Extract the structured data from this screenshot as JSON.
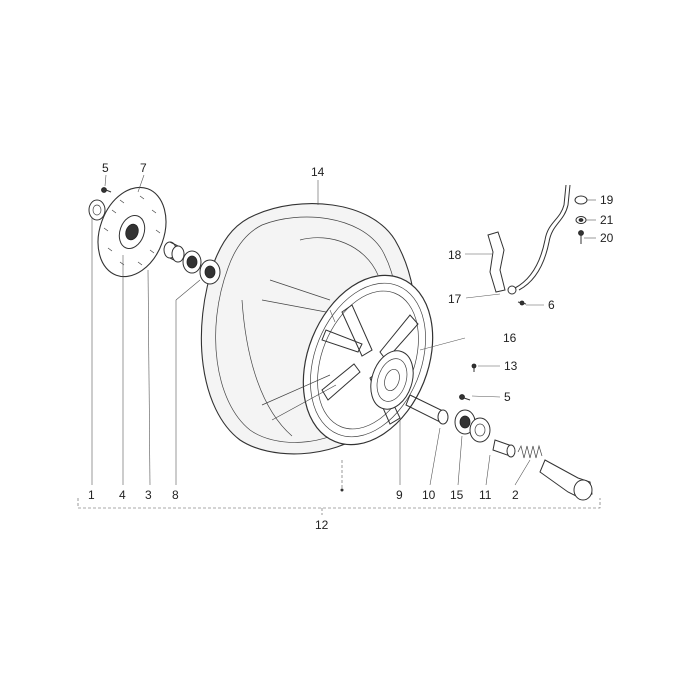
{
  "diagram": {
    "callouts": [
      {
        "id": "c1",
        "text": "1"
      },
      {
        "id": "c2",
        "text": "2"
      },
      {
        "id": "c3",
        "text": "3"
      },
      {
        "id": "c4",
        "text": "4"
      },
      {
        "id": "c5a",
        "text": "5"
      },
      {
        "id": "c5b",
        "text": "5"
      },
      {
        "id": "c6",
        "text": "6"
      },
      {
        "id": "c7",
        "text": "7"
      },
      {
        "id": "c8",
        "text": "8"
      },
      {
        "id": "c9",
        "text": "9"
      },
      {
        "id": "c10",
        "text": "10"
      },
      {
        "id": "c11",
        "text": "11"
      },
      {
        "id": "c12",
        "text": "12"
      },
      {
        "id": "c13",
        "text": "13"
      },
      {
        "id": "c14",
        "text": "14"
      },
      {
        "id": "c15",
        "text": "15"
      },
      {
        "id": "c16",
        "text": "16"
      },
      {
        "id": "c17",
        "text": "17"
      },
      {
        "id": "c18",
        "text": "18"
      },
      {
        "id": "c19",
        "text": "19"
      },
      {
        "id": "c20",
        "text": "20"
      },
      {
        "id": "c21",
        "text": "21"
      }
    ]
  }
}
